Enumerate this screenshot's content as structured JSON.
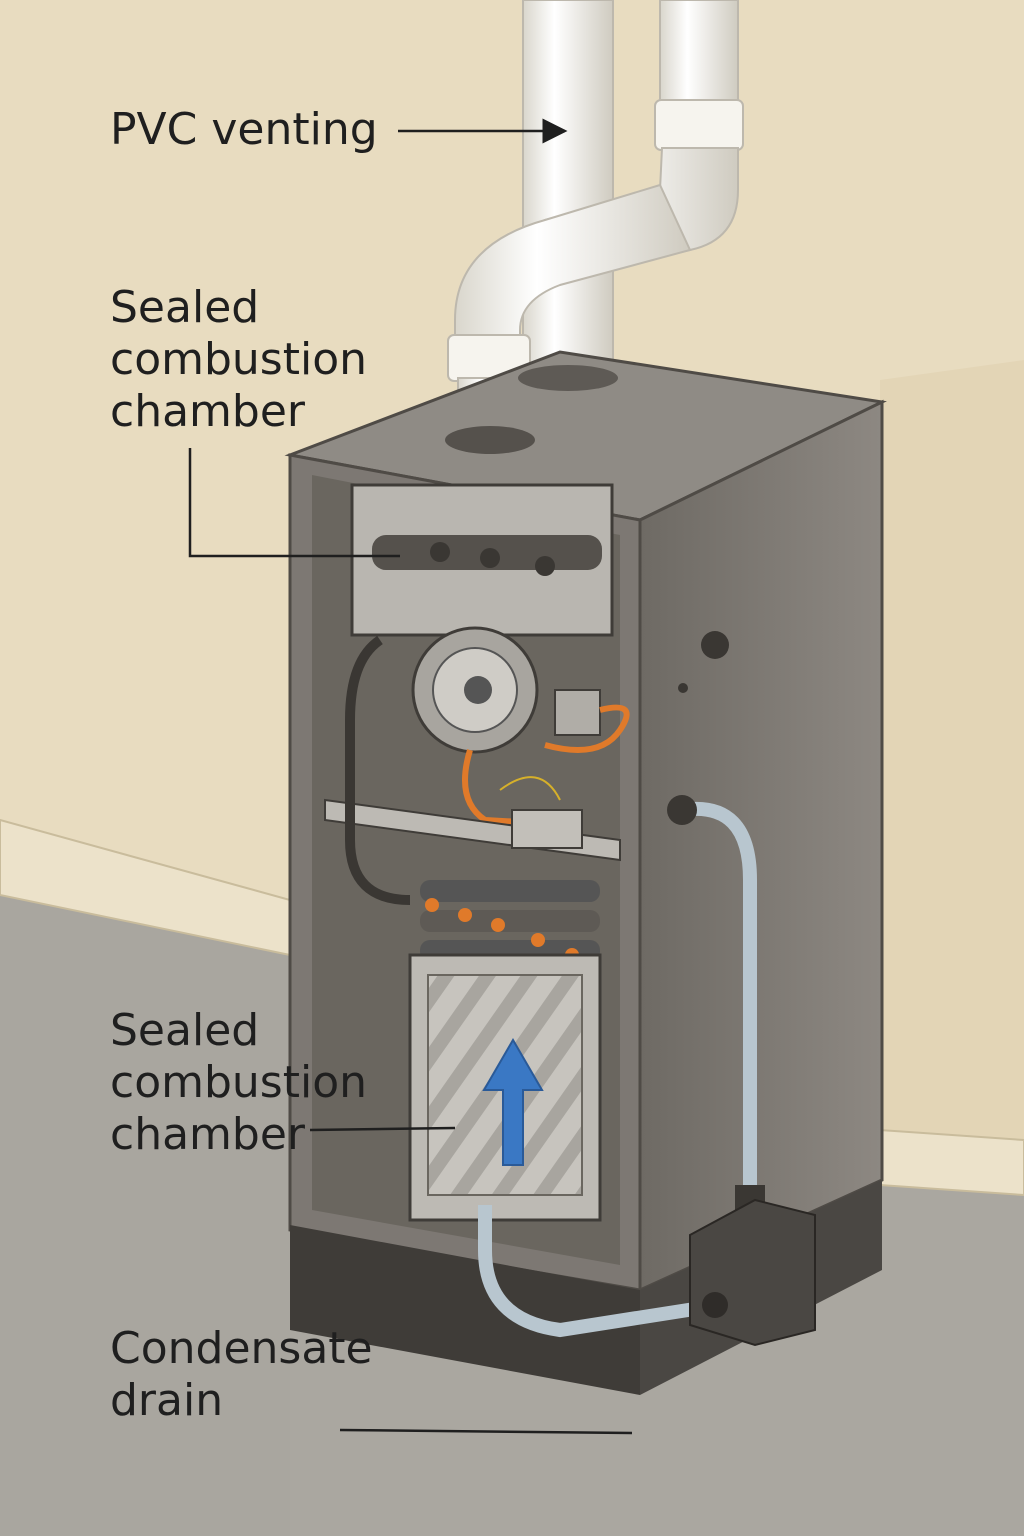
{
  "callouts": {
    "pvc_venting": {
      "text": "PVC venting"
    },
    "sealed_combustion_upper": {
      "line1": "Sealed",
      "line2": "combustion",
      "line3": "chamber"
    },
    "sealed_combustion_lower": {
      "line1": "Sealed",
      "line2": "combustion",
      "line3": "chamber"
    },
    "condensate_drain": {
      "line1": "Condensate",
      "line2": "drain"
    }
  },
  "colors": {
    "wall": "#e8dcc0",
    "floor": "#a9a69f",
    "cabinet": "#8a8580",
    "cabinet_dark": "#5e5a55",
    "pipe": "#f3f1ea",
    "wire": "#e07a2a",
    "airflow_arrow": "#3a78c4",
    "drain_hose": "#b8c6cf",
    "leader": "#1f1f1f"
  }
}
